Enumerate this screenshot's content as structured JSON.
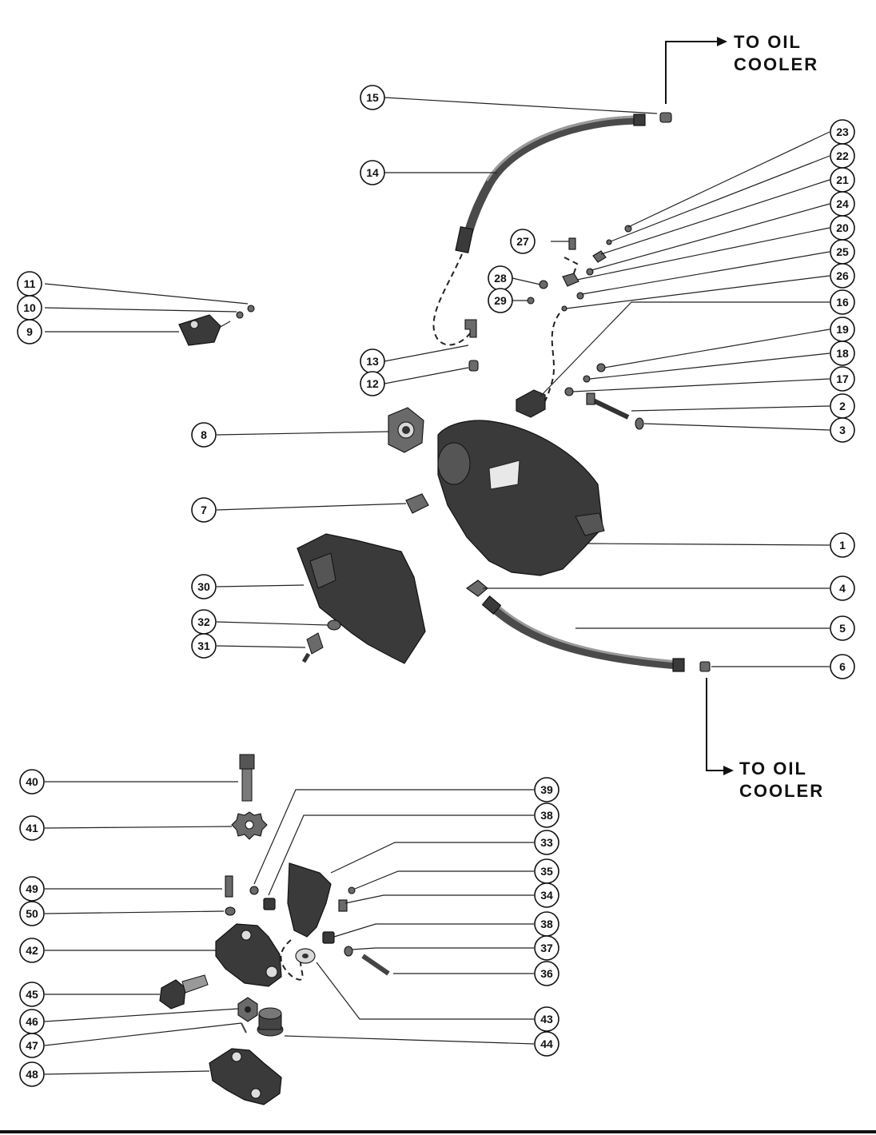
{
  "callouts": {
    "c1": "1",
    "c2": "2",
    "c3": "3",
    "c4": "4",
    "c5": "5",
    "c6": "6",
    "c7": "7",
    "c8": "8",
    "c9": "9",
    "c10": "10",
    "c11": "11",
    "c12": "12",
    "c13": "13",
    "c14": "14",
    "c15": "15",
    "c16": "16",
    "c17": "17",
    "c18": "18",
    "c19": "19",
    "c20": "20",
    "c21": "21",
    "c22": "22",
    "c23": "23",
    "c24": "24",
    "c25": "25",
    "c26": "26",
    "c27": "27",
    "c28": "28",
    "c29": "29",
    "c30": "30",
    "c31": "31",
    "c32": "32",
    "c33": "33",
    "c34": "34",
    "c35": "35",
    "c36": "36",
    "c37": "37",
    "c38": "38",
    "c38b": "38",
    "c39": "39",
    "c40": "40",
    "c41": "41",
    "c42": "42",
    "c43": "43",
    "c44": "44",
    "c45": "45",
    "c46": "46",
    "c47": "47",
    "c48": "48",
    "c49": "49",
    "c50": "50"
  },
  "oil_cooler_top": {
    "line1": "TO OIL",
    "line2": "COOLER"
  },
  "oil_cooler_bottom": {
    "line1": "TO OIL",
    "line2": "COOLER"
  },
  "colors": {
    "ink": "#111111",
    "part_dark": "#3a3a3a",
    "background": "#ffffff"
  }
}
